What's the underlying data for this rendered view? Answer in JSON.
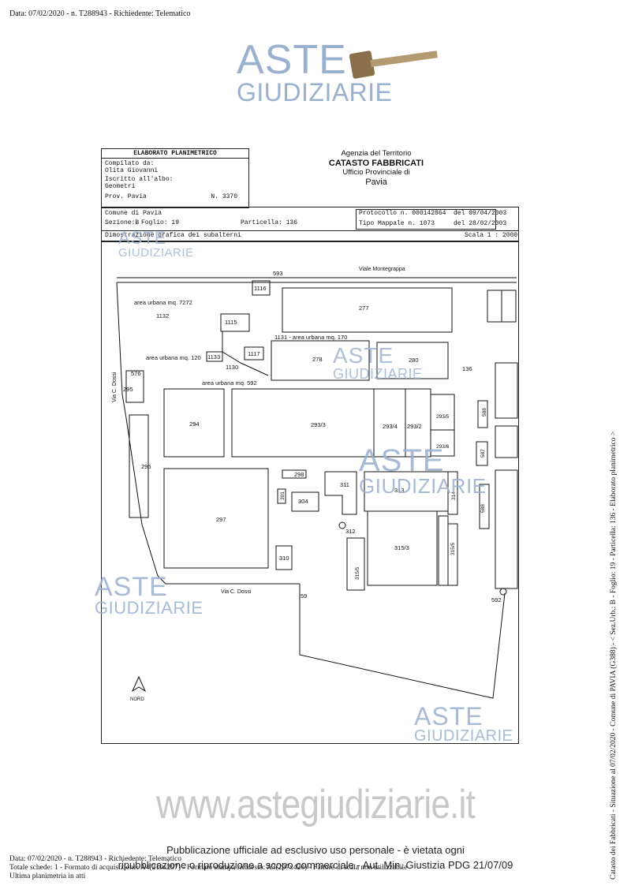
{
  "top_line": "Data: 07/02/2020 - n. T288943 - Richiedente: Telematico",
  "watermark": {
    "line1": "ASTE",
    "line2": "GIUDIZIARIE"
  },
  "header": {
    "title": "ELABORATO PLANIMETRICO",
    "compiled_label": "Compilato da:",
    "compiled_name": "Olita Giovanni",
    "register_label": "Iscritto all'albo:",
    "register_value": "Geometri",
    "prov": "Prov. Pavia",
    "number": "N.   3370",
    "agency": "Agenzia del Territorio",
    "catasto": "CATASTO FABBRICATI",
    "office": "Ufficio Provinciale di",
    "city": "Pavia",
    "comune": "Comune di Pavia",
    "sezione": "Sezione:B",
    "foglio": "Foglio: 19",
    "particella": "Particella: 136",
    "protocollo": "Protocollo n. 000142864",
    "protocollo_date": "del 09/04/2003",
    "tipo": "Tipo Mappale n. 1073",
    "tipo_date": "del 28/02/2003",
    "dimostrazione": "Dimostrazione grafica dei subalterni",
    "scala": "Scala 1 : 2000"
  },
  "map": {
    "street_top": "Viale Montegrappa",
    "street_left": "Via C. Dossi",
    "street_bottom": "Via C. Dossi",
    "north": "NORD",
    "area_7272": "area urbana mq. 7272",
    "area_170": "1131 - area urbana mq. 170",
    "area_120": "area urbana mq. 120",
    "area_592": "area urbana mq. 592",
    "labels": {
      "l593": "593",
      "l1116": "1116",
      "l277": "277",
      "l1132": "1132",
      "l1115": "1115",
      "l1117": "1117",
      "l1133": "1133",
      "l1130": "1130",
      "l278": "278",
      "l280": "280",
      "l136": "136",
      "l576": "576",
      "l295": "295",
      "l294": "294",
      "l293_3": "293/3",
      "l293_4": "293/4",
      "l293_2": "293/2",
      "l293_5": "293/5",
      "l293_6": "293/6",
      "l588a": "588",
      "l587": "587",
      "l296": "296",
      "l298": "298",
      "l311": "311",
      "l313": "313",
      "l314": "314",
      "l588b": "588",
      "l301": "301",
      "l304": "304",
      "l297": "297",
      "l312": "312",
      "l315_3": "315/3",
      "l315_5a": "315/5",
      "l310": "310",
      "l315_5b": "315/5",
      "l59": "59",
      "l592": "592"
    }
  },
  "side_text": "Catasto dei Fabbricati - Situazione al 07/02/2020 - Comune di PAVIA (G388) - < Sez.Urb.: B - Foglio: 19 - Particella: 136 - Elaborato planimetrico >",
  "site_url": "www.astegiudiziarie.it",
  "notice_line1": "Pubblicazione ufficiale ad esclusivo uso personale - è vietata ogni",
  "notice_line2": "ripubblicazione o riproduzione a scopo commerciale - Aut. Min. Giustizia PDG 21/07/09",
  "bottom": {
    "line1": "Data: 07/02/2020 - n. T288943 - Richiedente: Telematico",
    "line2": "Totale schede: 1 - Formato di acquisizione: A4(210x297) - Formato stampa richiesto: A3(297x420) - Fattore di scala non utilizzabile",
    "line3": "Ultima planimetria in atti"
  },
  "colors": {
    "watermark": "#9ab0cf",
    "hammer": "#8a6f4a",
    "url": "#c8c8c8"
  }
}
